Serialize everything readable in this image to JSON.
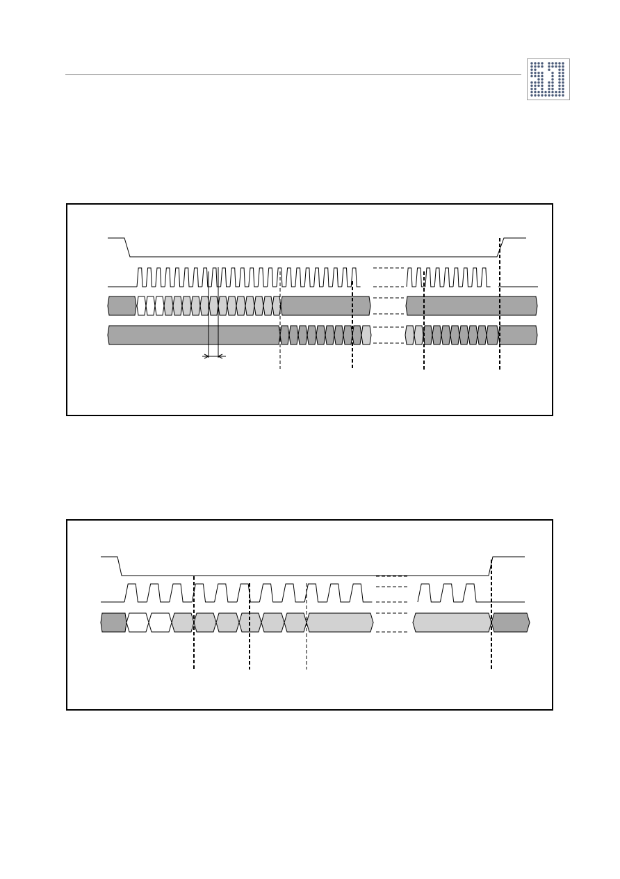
{
  "header": {
    "logo_icon": "company-dot-matrix-logo-icon",
    "rule_color": "#7a7a7a"
  },
  "colors": {
    "line": "#000000",
    "data_dark": "#a6a6a6",
    "data_light": "#d2d2d2",
    "data_white": "#ffffff",
    "logo_blue": "#4a5a78"
  },
  "figures": [
    {
      "id": "timing-diagram-serial-two-data-lines",
      "signals": [
        "chip-select",
        "clock",
        "data-in",
        "data-out"
      ],
      "clock_pulses_first_block": 24,
      "clock_pulses_second_block": 9,
      "data_in_cells": 16,
      "data_out_cells": 10,
      "data_out_cells_second_block": 10,
      "markers": 4
    },
    {
      "id": "timing-diagram-serial-single-data-line",
      "signals": [
        "chip-select",
        "clock",
        "data"
      ],
      "clock_pulses_first_block": 11,
      "clock_pulses_second_block": 3,
      "data_cells": 8,
      "markers": 4
    }
  ]
}
